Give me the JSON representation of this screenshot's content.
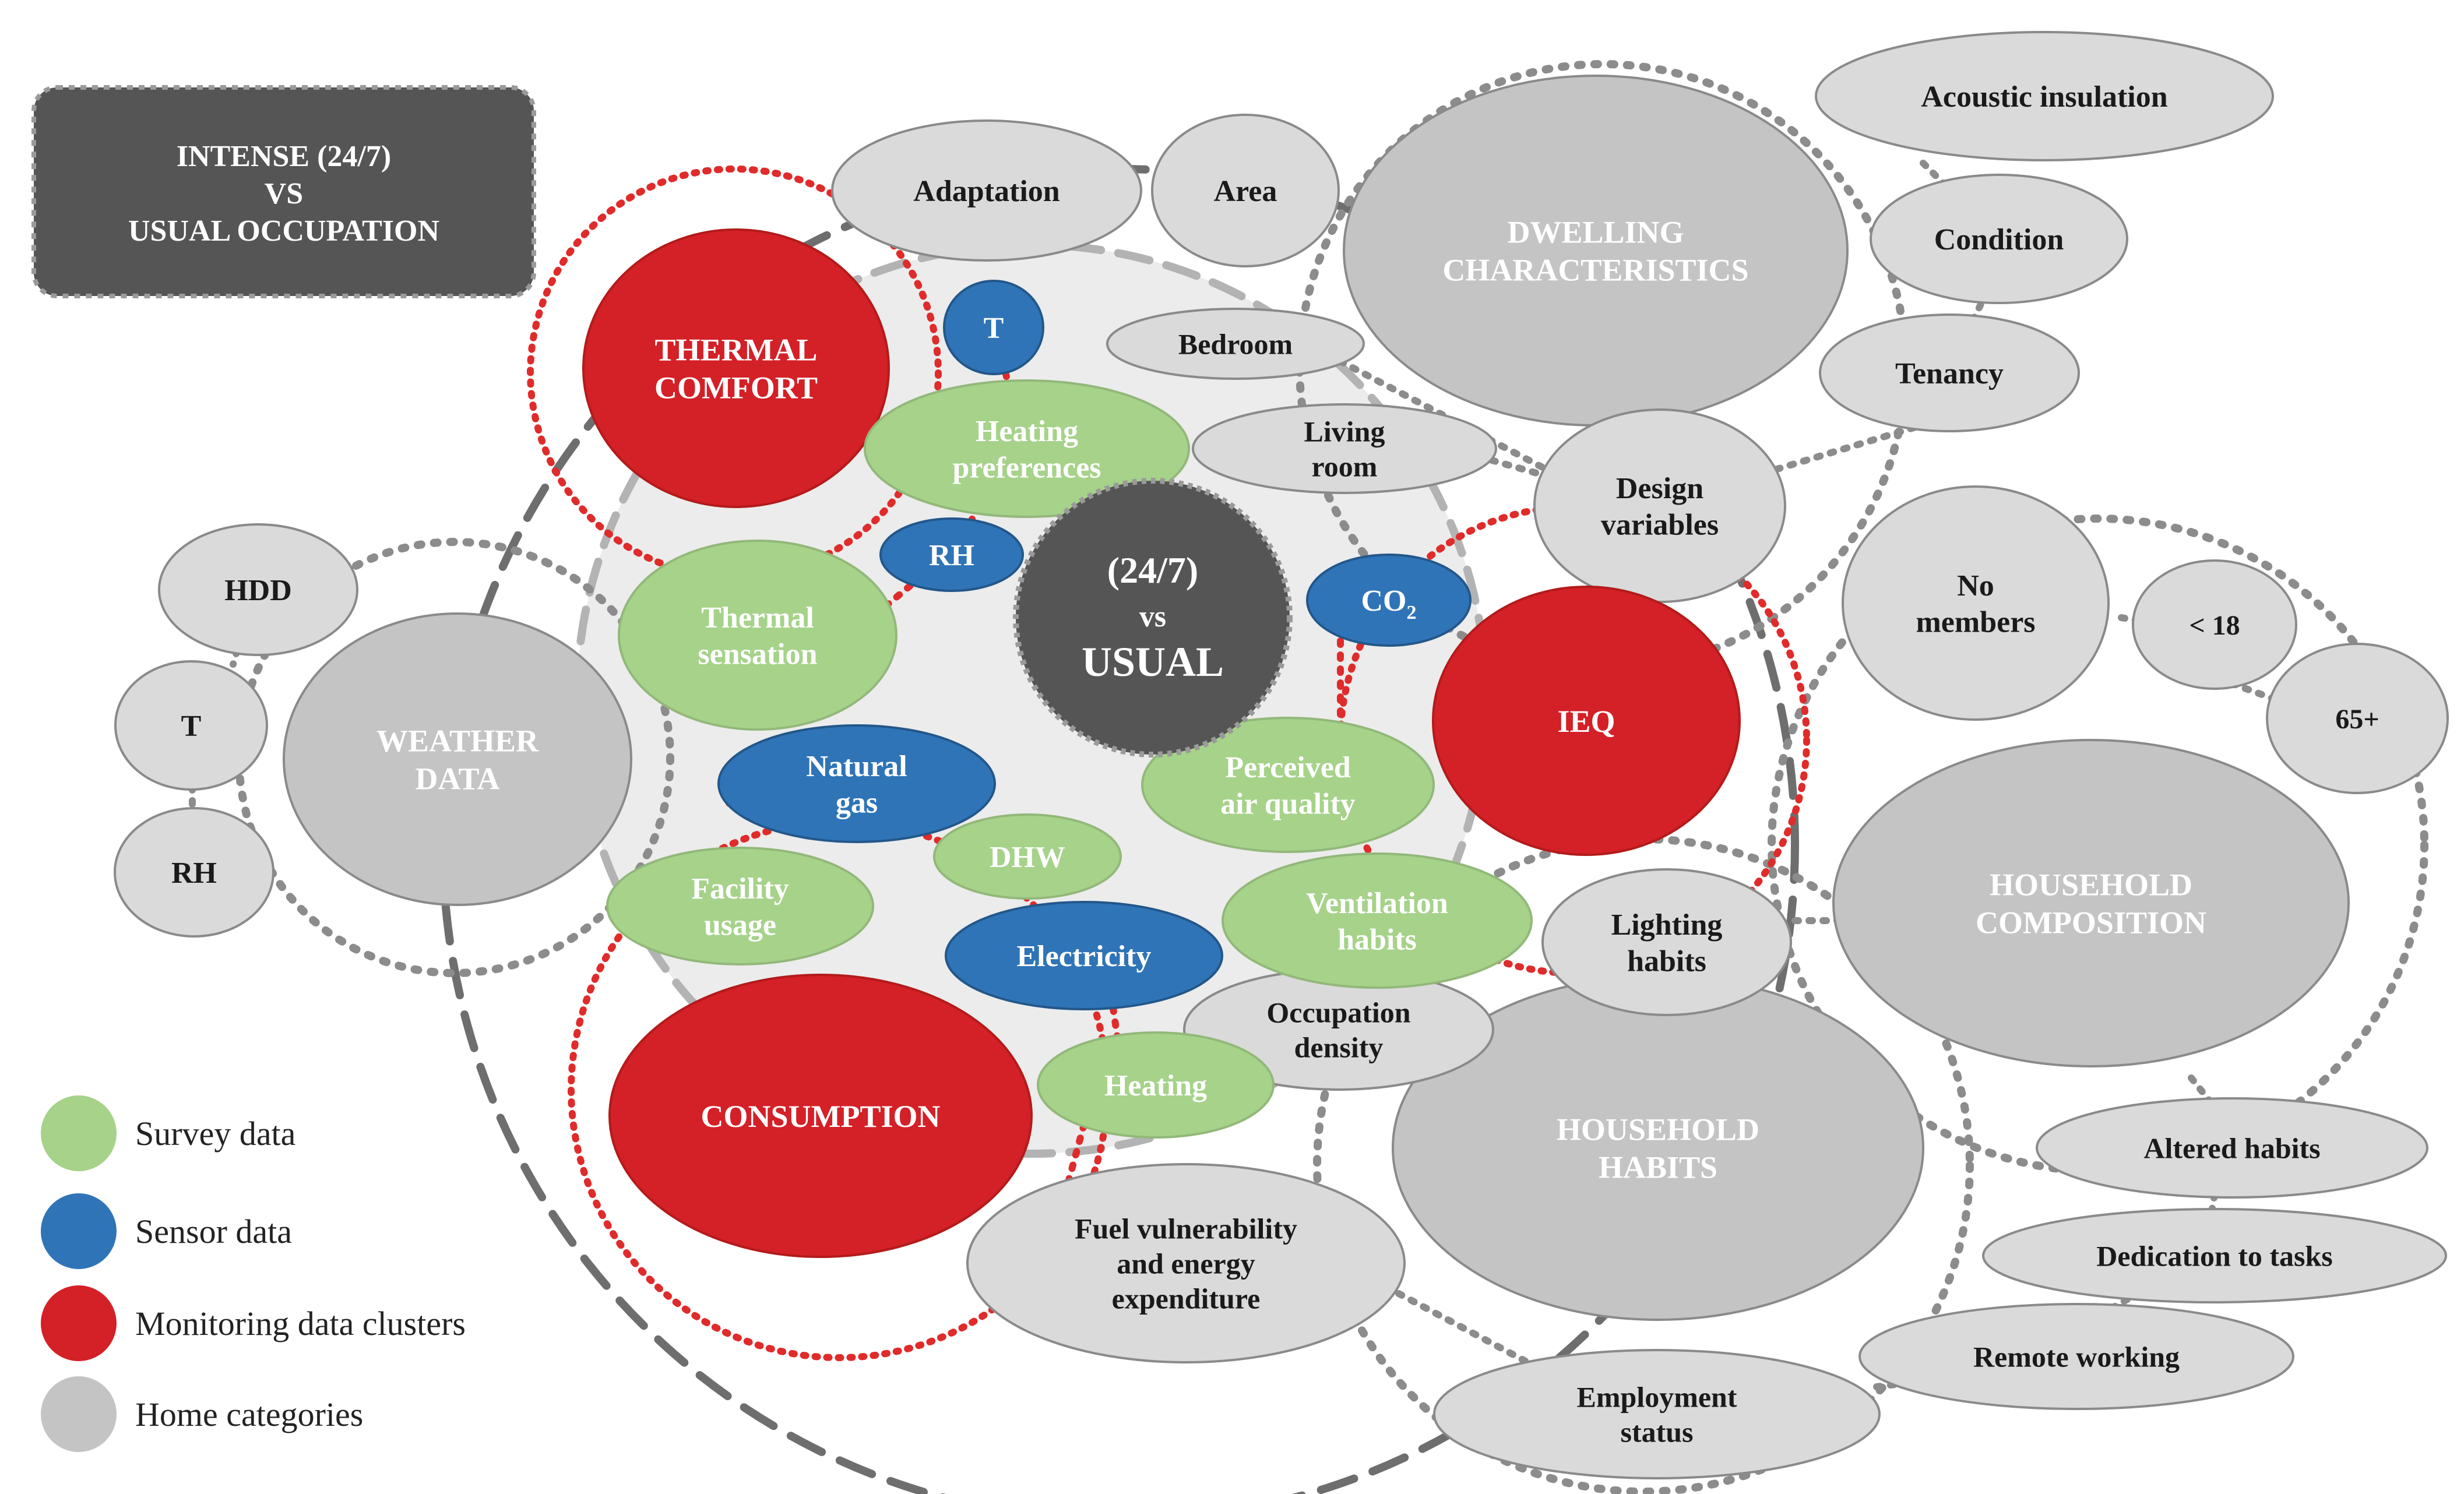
{
  "colors": {
    "survey": "#a6d28a",
    "sensor": "#2f74b7",
    "monitoring": "#d42027",
    "home": "#c4c4c4",
    "light_home": "#dadada",
    "dark_box": "#555555",
    "center_fill": "#ececec"
  },
  "title_box": {
    "line1": "INTENSE (24/7)",
    "line2": "VS",
    "line3": "USUAL OCCUPATION"
  },
  "center": {
    "line1": "(24/7)",
    "line2": "vs",
    "line3": "USUAL"
  },
  "clusters": {
    "thermal_comfort": [
      "THERMAL",
      "COMFORT"
    ],
    "ieq": [
      "IEQ"
    ],
    "consumption": [
      "CONSUMPTION"
    ]
  },
  "categories": {
    "dwelling": [
      "DWELLING",
      "CHARACTERISTICS"
    ],
    "weather": [
      "WEATHER",
      "DATA"
    ],
    "household_composition": [
      "HOUSEHOLD",
      "COMPOSITION"
    ],
    "household_habits": [
      "HOUSEHOLD",
      "HABITS"
    ]
  },
  "survey_nodes": {
    "heating_preferences": [
      "Heating",
      "preferences"
    ],
    "thermal_sensation": [
      "Thermal",
      "sensation"
    ],
    "perceived_air_quality": [
      "Perceived",
      "air quality"
    ],
    "facility_usage": [
      "Facility",
      "usage"
    ],
    "ventilation_habits": [
      "Ventilation",
      "habits"
    ],
    "heating": [
      "Heating"
    ],
    "dhw": [
      "DHW"
    ]
  },
  "sensor_nodes": {
    "t": [
      "T"
    ],
    "rh": [
      "RH"
    ],
    "co2": [
      "CO",
      "2"
    ],
    "natural_gas": [
      "Natural",
      "gas"
    ],
    "electricity": [
      "Electricity"
    ]
  },
  "home_nodes": {
    "adaptation": [
      "Adaptation"
    ],
    "area": [
      "Area"
    ],
    "bedroom": [
      "Bedroom"
    ],
    "living_room": [
      "Living",
      "room"
    ],
    "design_variables": [
      "Design",
      "variables"
    ],
    "acoustic_insulation": [
      "Acoustic insulation"
    ],
    "condition": [
      "Condition"
    ],
    "tenancy": [
      "Tenancy"
    ],
    "no_members": [
      "No",
      "members"
    ],
    "under_18": [
      "< 18"
    ],
    "over_65": [
      "65+"
    ],
    "hdd": [
      "HDD"
    ],
    "weather_t": [
      "T"
    ],
    "weather_rh": [
      "RH"
    ],
    "lighting_habits": [
      "Lighting",
      "habits"
    ],
    "occupation_density": [
      "Occupation",
      "density"
    ],
    "fuel_vulnerability": [
      "Fuel vulnerability",
      "and energy",
      "expenditure"
    ],
    "employment_status": [
      "Employment",
      "status"
    ],
    "altered_habits": [
      "Altered habits"
    ],
    "dedication_to_tasks": [
      "Dedication to tasks"
    ],
    "remote_working": [
      "Remote working"
    ]
  },
  "legend": [
    {
      "label": "Survey data",
      "color": "#a6d28a"
    },
    {
      "label": "Sensor data",
      "color": "#2f74b7"
    },
    {
      "label": "Monitoring data clusters",
      "color": "#d42027"
    },
    {
      "label": "Home categories",
      "color": "#c4c4c4"
    }
  ]
}
